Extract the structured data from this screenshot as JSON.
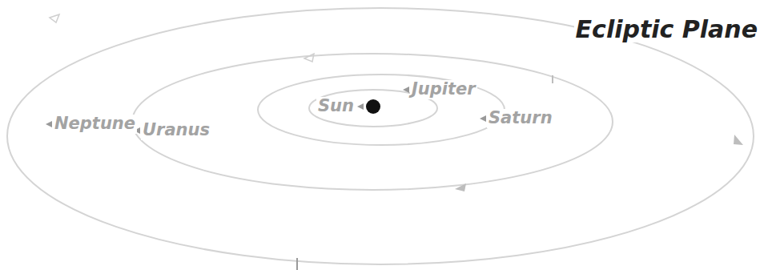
{
  "diagram": {
    "title": "Ecliptic Plane",
    "labels": [
      "Neptune",
      "Uranus",
      "Sun",
      "Jupiter",
      "Saturn"
    ]
  }
}
